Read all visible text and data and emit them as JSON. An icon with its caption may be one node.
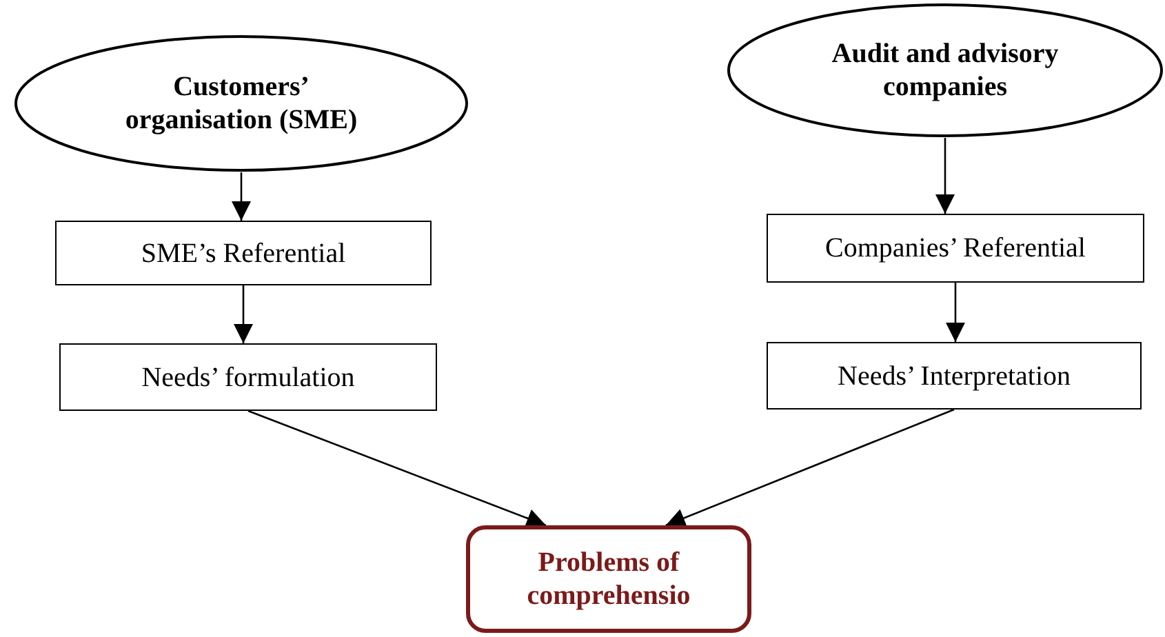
{
  "diagram": {
    "nodes": [
      {
        "text": [
          "Customers’ organisation (SME)"
        ]
      },
      {
        "text": [
          "SME’s Referential"
        ]
      },
      {
        "text": [
          "Needs’ formulation"
        ]
      },
      {
        "text": [
          "Audit and advisory companies"
        ]
      },
      {
        "text": [
          "Companies’ Referential"
        ]
      },
      {
        "text": [
          "Needs’ Interpretation"
        ]
      },
      {
        "text": [
          "Problems of comprehensio"
        ]
      }
    ],
    "edges": [
      {
        "from": 0,
        "to": 1,
        "arrow": "to"
      },
      {
        "from": 1,
        "to": 2,
        "arrow": "to"
      },
      {
        "from": 3,
        "to": 4,
        "arrow": "to"
      },
      {
        "from": 4,
        "to": 5,
        "arrow": "to"
      },
      {
        "from": 2,
        "to": 6,
        "arrow": "to"
      },
      {
        "from": 5,
        "to": 6,
        "arrow": "to"
      }
    ]
  }
}
